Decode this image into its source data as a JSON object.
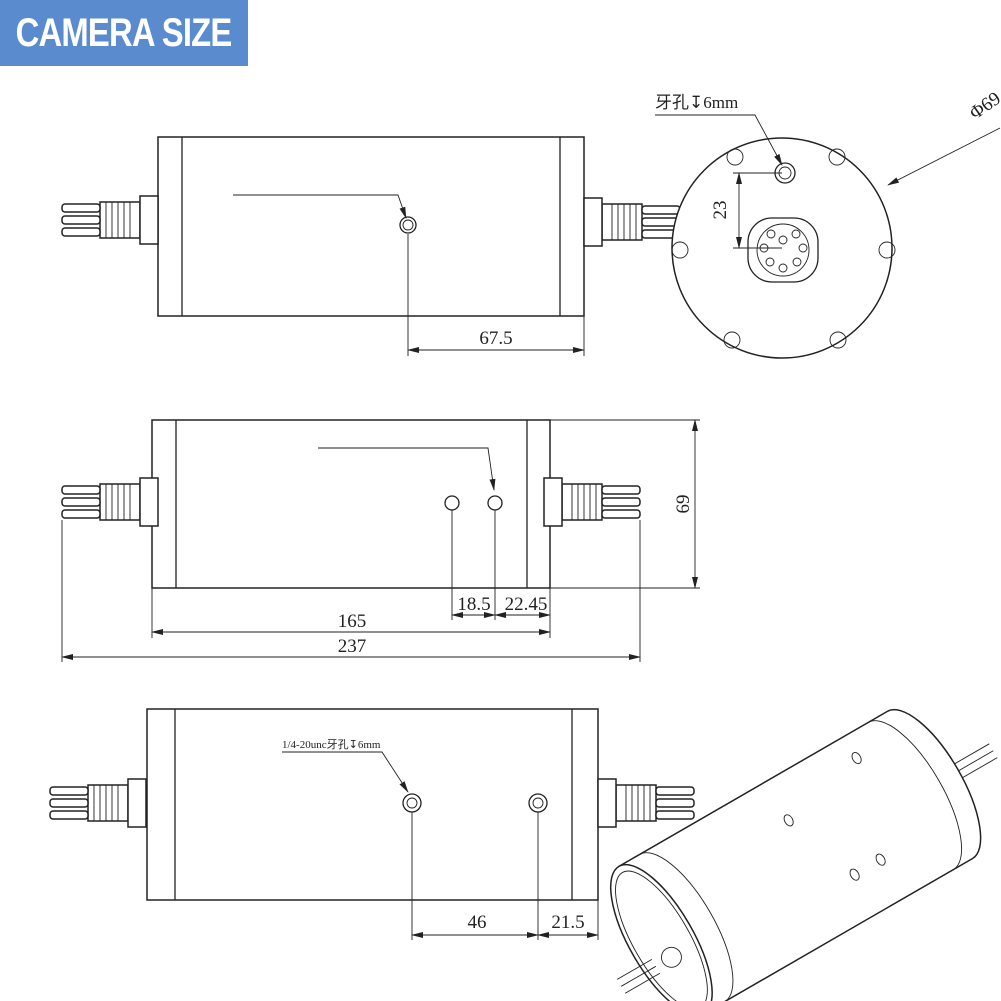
{
  "header": {
    "title": "CAMERA SIZE",
    "color": "#5b8bcf"
  },
  "top_view": {
    "dim_hole_to_end": "67.5"
  },
  "end_view": {
    "hole_label": "牙孔↧6mm",
    "diameter": "Φ69",
    "dim_hole_offset": "23"
  },
  "side_view": {
    "height": "69",
    "dim_hole_spacing": "18.5",
    "dim_hole_to_end": "22.45",
    "body_length": "165",
    "total_length": "237"
  },
  "bottom_view": {
    "hole_label": "1/4-20unc牙孔↧6mm",
    "dim_hole_spacing": "46",
    "dim_hole_to_end": "21.5"
  }
}
